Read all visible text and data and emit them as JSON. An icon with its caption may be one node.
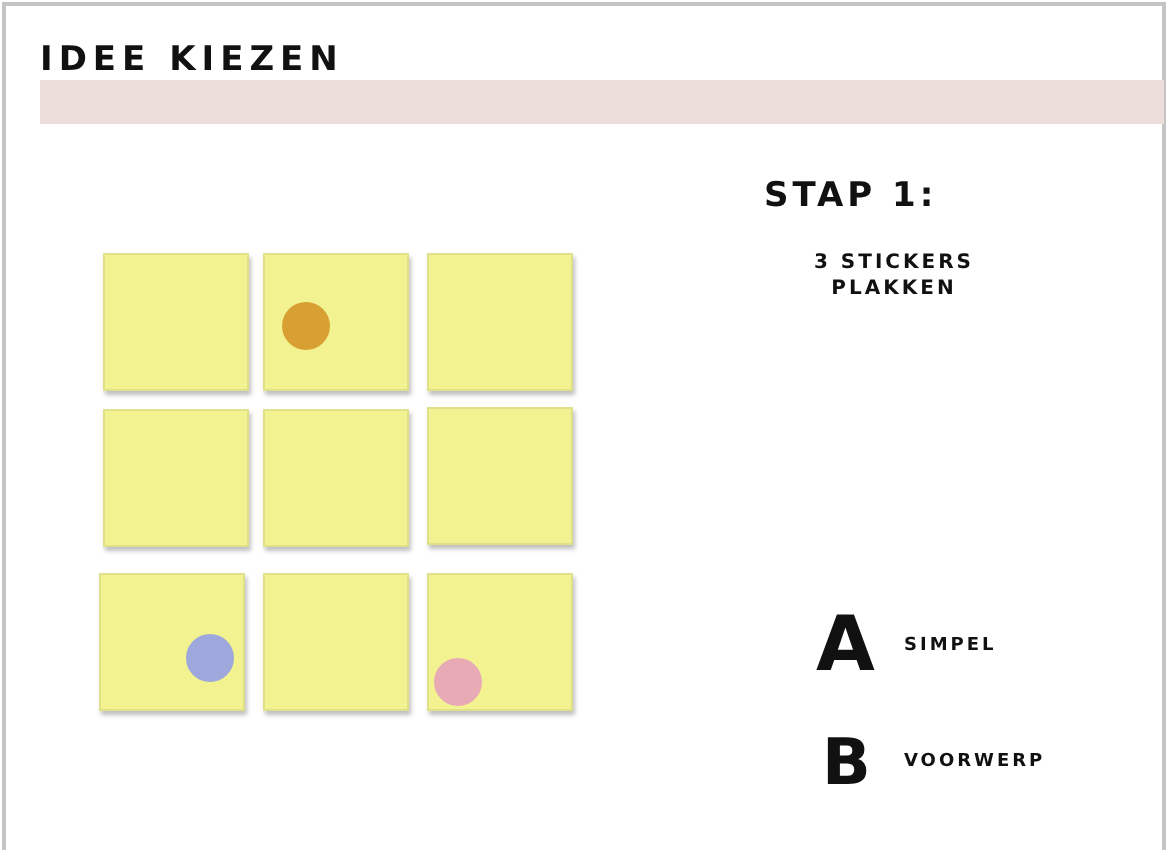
{
  "diagram": {
    "title": "IDEE KIEZEN",
    "labels": [
      "STAP 1:",
      "3 STICKERS PLAKKEN",
      "A",
      "SIMPEL",
      "B",
      "VOORWERP"
    ]
  }
}
